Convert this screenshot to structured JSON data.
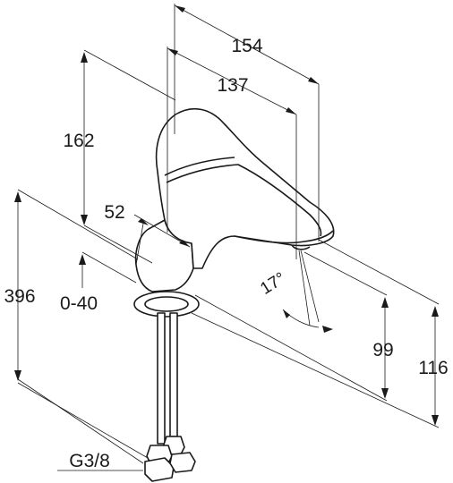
{
  "dimensions": {
    "overall_length": "154",
    "spout_reach": "137",
    "body_height": "162",
    "base_diameter": "52",
    "total_height": "396",
    "adjustment_range": "0-40",
    "spout_height": "99",
    "outlet_height": "116",
    "spout_angle": "17°",
    "connection_thread": "G3/8"
  },
  "colors": {
    "line": "#1a1a1a",
    "background": "#ffffff"
  }
}
